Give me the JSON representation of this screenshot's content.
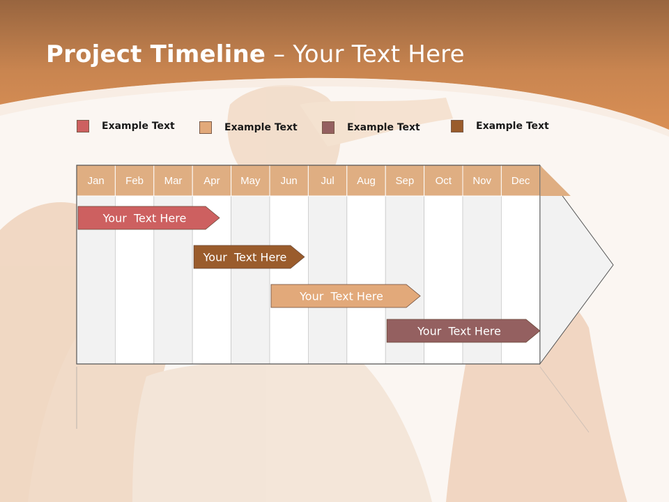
{
  "slide": {
    "title_bold": "Project Timeline",
    "title_rest": " – Your Text Here"
  },
  "colors": {
    "header": "#d08a52",
    "header_dark": "#9a6a42",
    "month_header": "#dfae82",
    "col_light": "#f2f2f2",
    "col_white": "#ffffff"
  },
  "legend": [
    {
      "label": "Example Text",
      "color": "#cd6060"
    },
    {
      "label": "Example Text",
      "color": "#e2a97a"
    },
    {
      "label": "Example Text",
      "color": "#946060"
    },
    {
      "label": "Example Text",
      "color": "#9a5c2c"
    }
  ],
  "chart_data": {
    "type": "gantt",
    "months": [
      "Jan",
      "Feb",
      "Mar",
      "Apr",
      "May",
      "Jun",
      "Jul",
      "Aug",
      "Sep",
      "Oct",
      "Nov",
      "Dec"
    ],
    "tasks": [
      {
        "label": "Your  Text Here",
        "start": 0,
        "end": 3.7,
        "color": "#cd6060"
      },
      {
        "label": "Your  Text Here",
        "start": 3,
        "end": 5.9,
        "color": "#9a5c2c"
      },
      {
        "label": "Your  Text Here",
        "start": 5,
        "end": 8.9,
        "color": "#e2a97a"
      },
      {
        "label": "Your  Text Here",
        "start": 8,
        "end": 12,
        "color": "#946060"
      }
    ]
  }
}
